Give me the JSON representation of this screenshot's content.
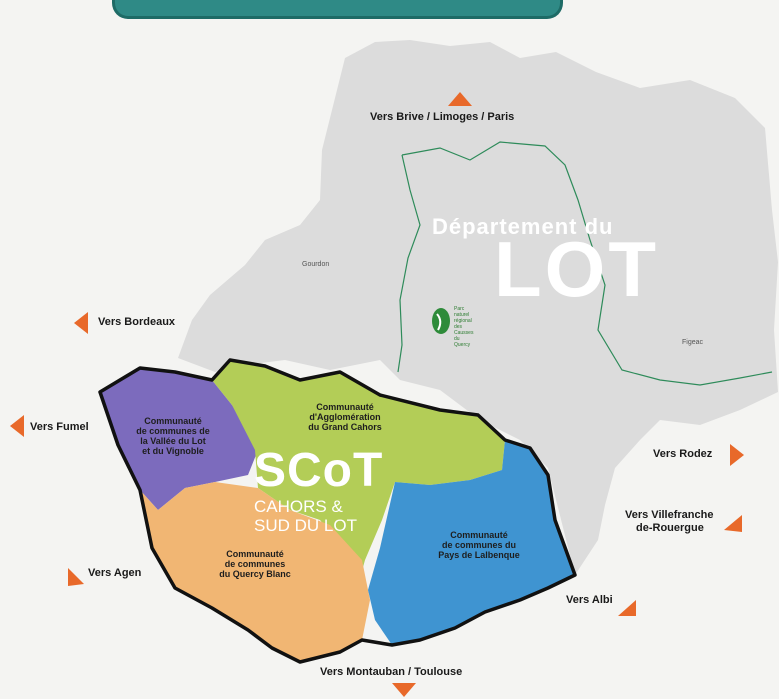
{
  "department": {
    "title_line1": "Département du",
    "title_line2": "LOT"
  },
  "scot": {
    "title": "SCoT",
    "subtitle_line1": "CAHORS &",
    "subtitle_line2": "SUD DU LOT"
  },
  "directions": {
    "north": "Vers Brive / Limoges / Paris",
    "bordeaux": "Vers Bordeaux",
    "fumel": "Vers Fumel",
    "agen": "Vers Agen",
    "montauban": "Vers Montauban / Toulouse",
    "albi": "Vers Albi",
    "rodez": "Vers Rodez",
    "villefranche_line1": "Vers Villefranche",
    "villefranche_line2": "de-Rouergue"
  },
  "towns": {
    "gourdon": "Gourdon",
    "figeac": "Figeac"
  },
  "park": {
    "line1": "Parc",
    "line2": "naturel",
    "line3": "régional",
    "line4": "des Causses",
    "line5": "du Quercy"
  },
  "communities": {
    "vallee": [
      "Communauté",
      "de communes de",
      "la Vallée du Lot",
      "et du Vignoble"
    ],
    "agglo": [
      "Communauté",
      "d'Agglomération",
      "du Grand Cahors"
    ],
    "quercy_blanc": [
      "Communauté",
      "de communes",
      "du Quercy Blanc"
    ],
    "lalbenque": [
      "Communauté",
      "de communes du",
      "Pays de Lalbenque"
    ]
  },
  "colors": {
    "background": "#f4f4f2",
    "department_fill": "#dcdcdc",
    "vallee": "#7c6bbd",
    "agglo": "#b3cd57",
    "quercy_blanc": "#f1b673",
    "lalbenque": "#3f94d1",
    "arrow": "#e8692a",
    "river": "#2e8b5a",
    "banner": "#2f8a86"
  }
}
